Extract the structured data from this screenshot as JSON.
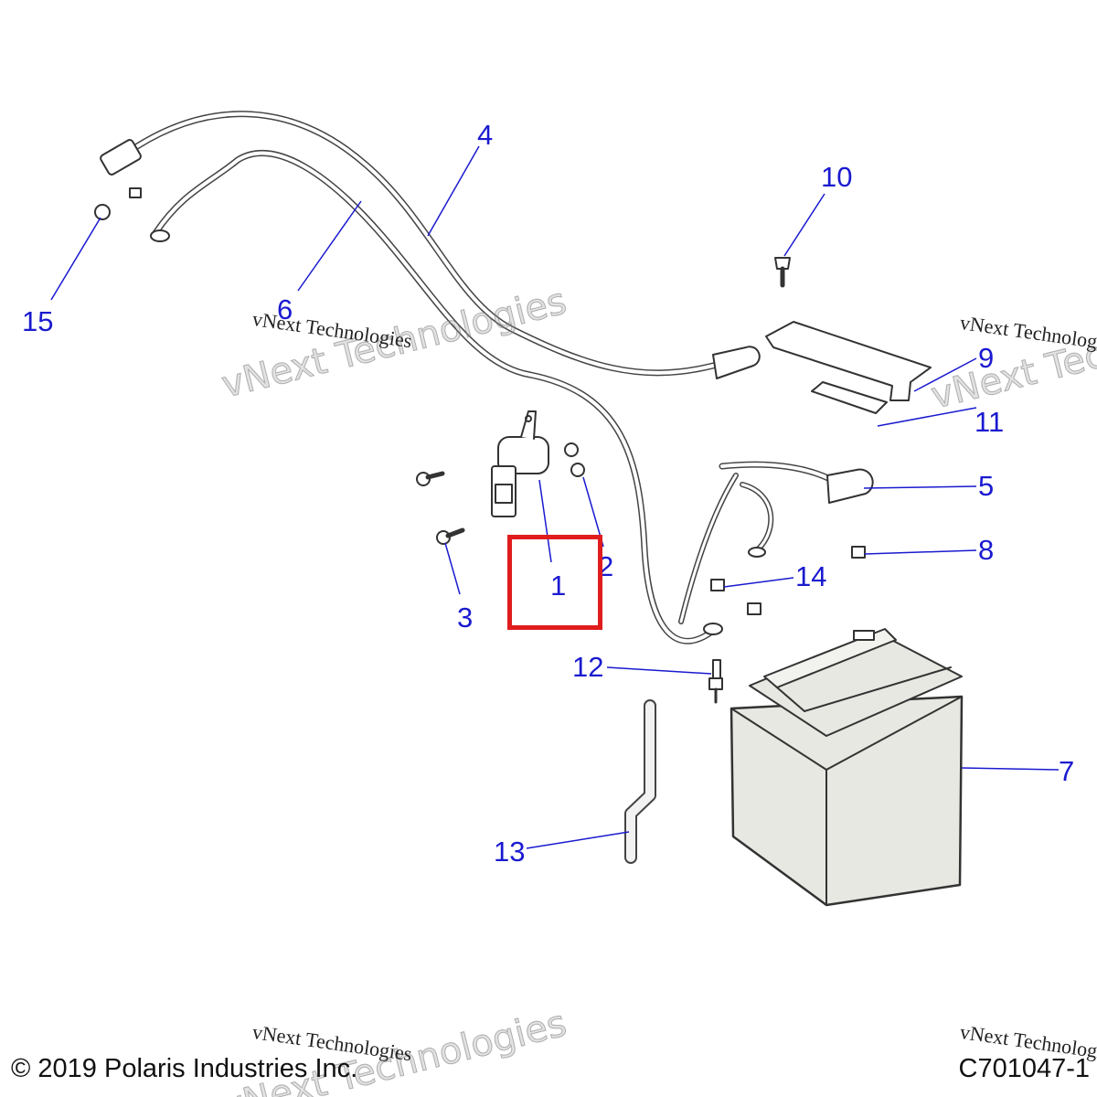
{
  "callouts": [
    "1",
    "2",
    "3",
    "4",
    "5",
    "6",
    "7",
    "8",
    "9",
    "10",
    "11",
    "12",
    "13",
    "14",
    "15"
  ],
  "watermark": {
    "line1": "vNext Technologies",
    "big": "vNext Technologies"
  },
  "footer": {
    "copyright": "© 2019 Polaris Industries Inc.",
    "code": "C701047-1"
  },
  "highlight": {
    "target": "1",
    "color": "#e01c1c"
  },
  "colors": {
    "callout": "#1a1ad0",
    "leader": "#1a1ad0",
    "part": "#333333"
  }
}
